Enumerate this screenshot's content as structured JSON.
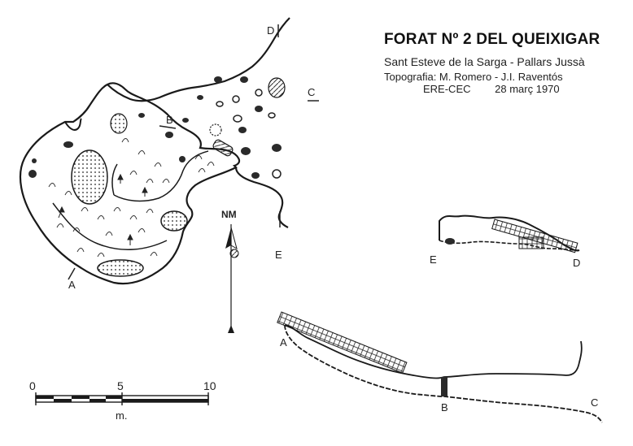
{
  "header": {
    "title": "FORAT Nº 2 DEL QUEIXIGAR",
    "location": "Sant Esteve de la Sarga - Pallars Jussà",
    "surveyors": "Topografia: M. Romero - J.I. Raventós",
    "club": "ERE-CEC",
    "date": "28 març 1970"
  },
  "plan": {
    "section_labels": {
      "a": "A",
      "b": "B",
      "c": "C",
      "d": "D",
      "e": "E"
    }
  },
  "north_arrow": {
    "label": "NM"
  },
  "scale_bar": {
    "ticks": [
      "0",
      "5",
      "10"
    ],
    "unit": "m."
  },
  "profile_ed": {
    "left_label": "E",
    "right_label": "D"
  },
  "profile_abc": {
    "left_label": "A",
    "middle_label": "B",
    "right_label": "C"
  }
}
